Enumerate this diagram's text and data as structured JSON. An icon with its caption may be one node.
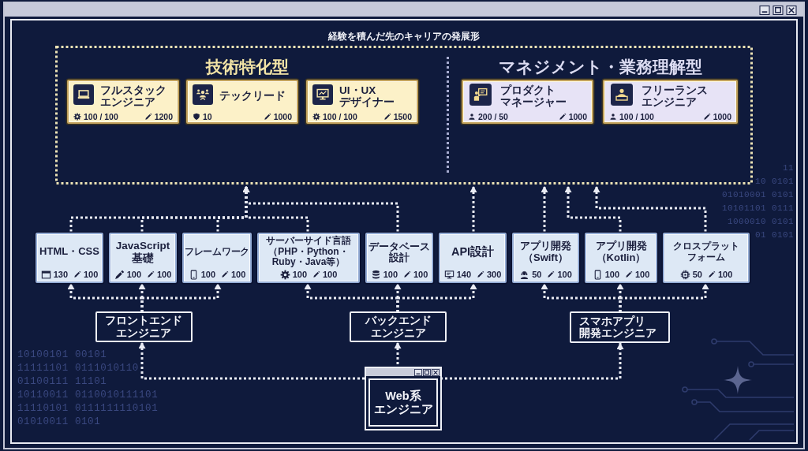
{
  "diagram": {
    "nodes": [
      {
        "text": [
          "経験を積んだ先のキャリアの発展形"
        ]
      },
      {
        "text": [
          "技術特化型"
        ],
        "in": 0
      },
      {
        "text": [
          "マネジメント・業務理解型"
        ],
        "in": 0
      },
      {
        "text": [
          "フルスタックエンジニア",
          "100 / 100",
          "1200"
        ],
        "in": 1
      },
      {
        "text": [
          "テックリード",
          "10",
          "1000"
        ],
        "in": 1
      },
      {
        "text": [
          "UI・UXデザイナー",
          "100 / 100",
          "1500"
        ],
        "in": 1
      },
      {
        "text": [
          "プロダクトマネージャー",
          "200 / 50",
          "1000"
        ],
        "in": 2
      },
      {
        "text": [
          "フリーランスエンジニア",
          "100 / 100",
          "1000"
        ],
        "in": 2
      },
      {
        "text": [
          "HTML・CSS",
          "130",
          "100"
        ]
      },
      {
        "text": [
          "JavaScript基礎",
          "100",
          "100"
        ]
      },
      {
        "text": [
          "フレームワーク",
          "100",
          "100"
        ]
      },
      {
        "text": [
          "サーバーサイド言語（PHP・Python・Ruby・Java等）",
          "100",
          "100"
        ]
      },
      {
        "text": [
          "データベース設計",
          "100",
          "100"
        ]
      },
      {
        "text": [
          "API設計",
          "140",
          "300"
        ]
      },
      {
        "text": [
          "アプリ開発（Swift）",
          "50",
          "100"
        ]
      },
      {
        "text": [
          "アプリ開発（Kotlin）",
          "100",
          "100"
        ]
      },
      {
        "text": [
          "クロスプラットフォーム",
          "50",
          "100"
        ]
      },
      {
        "text": [
          "フロントエンドエンジニア"
        ]
      },
      {
        "text": [
          "バックエンドエンジニア"
        ]
      },
      {
        "text": [
          "スマホアプリ開発エンジニア"
        ]
      },
      {
        "text": [
          "Web系エンジニア"
        ]
      }
    ],
    "edges": [
      {
        "from": 8,
        "to": 0,
        "arrow": "to"
      },
      {
        "from": 9,
        "to": 0,
        "arrow": "to"
      },
      {
        "from": 10,
        "to": 0,
        "arrow": "to"
      },
      {
        "from": 11,
        "to": 0,
        "arrow": "to"
      },
      {
        "from": 12,
        "to": 0,
        "arrow": "to"
      },
      {
        "from": 13,
        "to": 0,
        "arrow": "to"
      },
      {
        "from": 14,
        "to": 0,
        "arrow": "to"
      },
      {
        "from": 15,
        "to": 0,
        "arrow": "to"
      },
      {
        "from": 16,
        "to": 0,
        "arrow": "to"
      },
      {
        "from": 17,
        "to": 8,
        "arrow": "to"
      },
      {
        "from": 17,
        "to": 9,
        "arrow": "to"
      },
      {
        "from": 17,
        "to": 10,
        "arrow": "to"
      },
      {
        "from": 18,
        "to": 11,
        "arrow": "to"
      },
      {
        "from": 18,
        "to": 12,
        "arrow": "to"
      },
      {
        "from": 18,
        "to": 13,
        "arrow": "to"
      },
      {
        "from": 19,
        "to": 14,
        "arrow": "to"
      },
      {
        "from": 19,
        "to": 15,
        "arrow": "to"
      },
      {
        "from": 19,
        "to": 16,
        "arrow": "to"
      },
      {
        "from": 20,
        "to": 17,
        "arrow": "to"
      },
      {
        "from": 20,
        "to": 18,
        "arrow": "to"
      },
      {
        "from": 20,
        "to": 19,
        "arrow": "to"
      }
    ],
    "labels": [
      "11",
      "10 0101",
      "01010001 0101",
      "10101101 0111",
      "1000010 0101",
      "01 0101",
      "10100101 00101",
      "11111101 0111010110",
      "01100111 11101",
      "10110011 0110010111101",
      "11110101 0111111110101",
      "01010011 0101"
    ]
  }
}
